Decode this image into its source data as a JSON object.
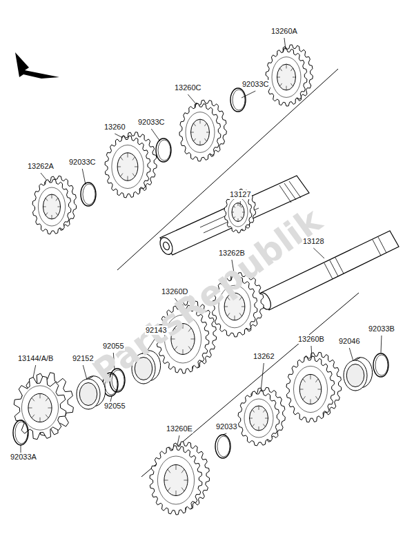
{
  "diagram": {
    "labels": [
      "13260A",
      "92033C",
      "13260C",
      "92033C",
      "13260",
      "92033C",
      "13262A",
      "13127",
      "13128",
      "13262B",
      "13260D",
      "92143",
      "92055",
      "92055",
      "92152",
      "13144/A/B",
      "92033A",
      "13260E",
      "92033",
      "13262",
      "13260B",
      "92046",
      "92033B",
      "PartsRepublik"
    ]
  }
}
